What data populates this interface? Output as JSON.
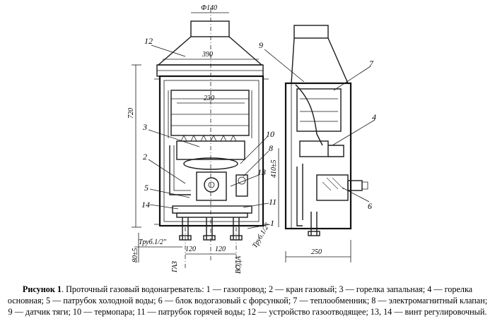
{
  "figure": {
    "caption_label": "Рисунок 1",
    "caption_text": ". Проточный газовый водонагреватель: 1 — газопровод; 2 — кран газовый; 3 — горелка запальная; 4 — горелка основная; 5 — патрубок холодной воды; 6 — блок водогазовый с форсункой; 7 — теплообменник; 8 — электромагнитный клапан; 9 — датчик тяги; 10 — термопара; 11 — патрубок горячей воды; 12 — устройство газоотводящее; 13, 14 — винт регулировочный."
  },
  "front_view": {
    "callouts": [
      "12",
      "3",
      "2",
      "5",
      "14",
      "10",
      "8",
      "13",
      "11",
      "1"
    ],
    "dims": {
      "top_diameter": "Ф140",
      "hood_width": "390",
      "inner_width": "230",
      "height": "720",
      "vertical_side": "410±5",
      "pipe_left": "Труб.1/2\"",
      "pipe_right": "Труб.1/2\"",
      "bottom_left_spacing": "120",
      "bottom_right_spacing": "120",
      "left_vertical": "80±5",
      "gas_mark": "ГАЗ",
      "water_mark": "ВОДА"
    }
  },
  "side_view": {
    "callouts": [
      "9",
      "7",
      "4",
      "6"
    ],
    "dims": {
      "depth": "250"
    }
  }
}
